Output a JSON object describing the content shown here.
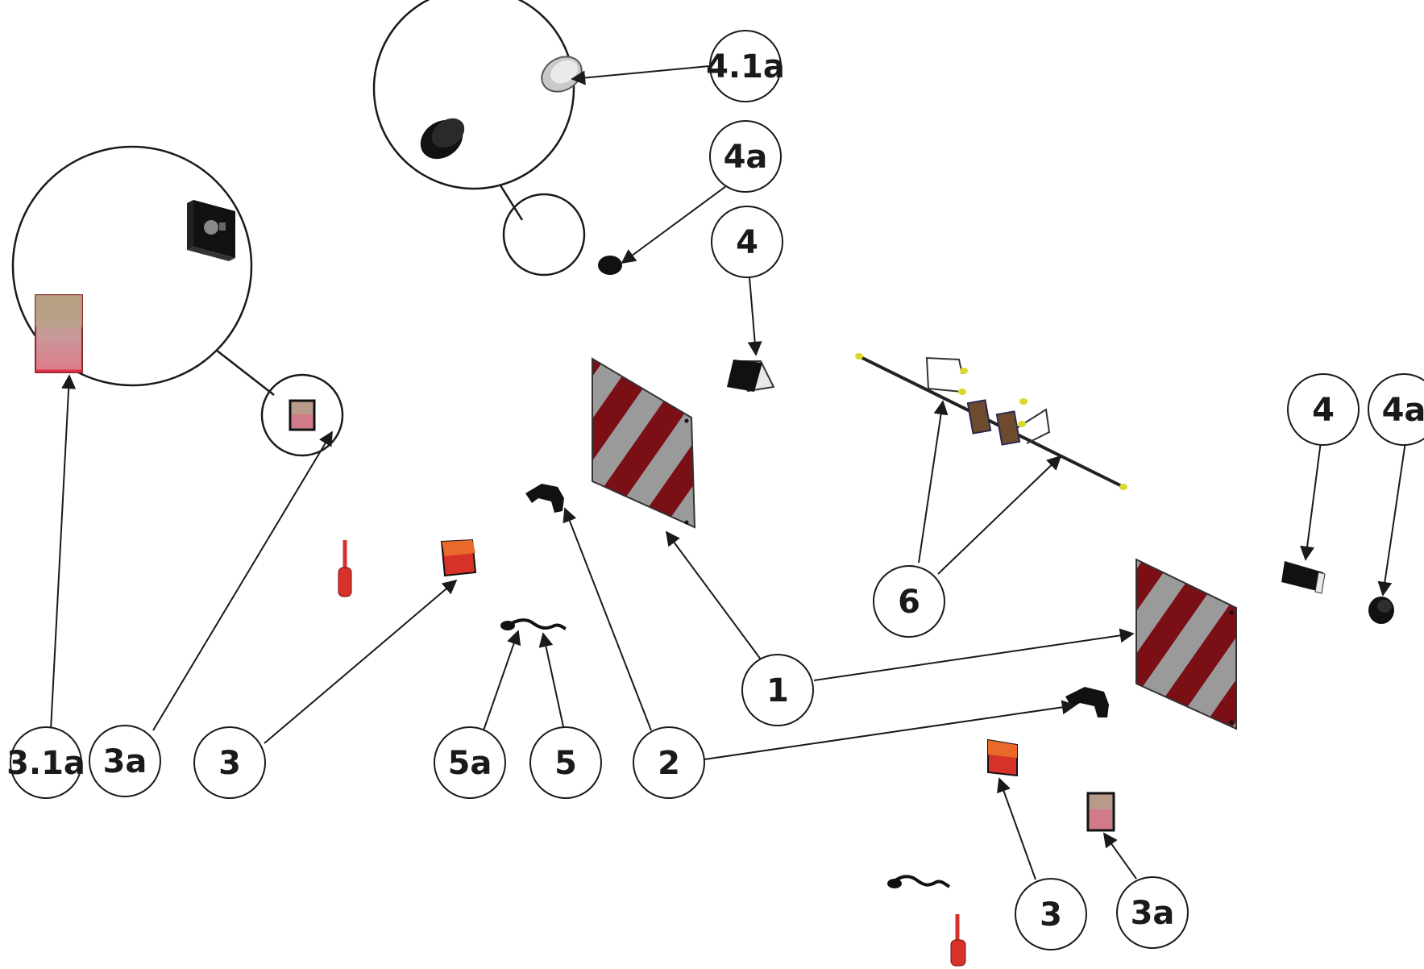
{
  "callouts": {
    "c_4_1a": "4.1a",
    "c_4a_top": "4a",
    "c_4_top": "4",
    "c_4_right": "4",
    "c_4a_right": "4a",
    "c_6": "6",
    "c_1": "1",
    "c_3_1a": "3.1a",
    "c_3a_left": "3a",
    "c_3_left": "3",
    "c_5a": "5a",
    "c_5": "5",
    "c_2": "2",
    "c_3_bottom": "3",
    "c_3a_bottom": "3a"
  },
  "colors": {
    "panel_red": "#7a0f16",
    "panel_silver": "#9a9a9a",
    "lamp_orange": "#e8692a",
    "lamp_red": "#d8312a",
    "connector_yellow": "#d9d92a",
    "outline": "#1a1a1a"
  },
  "icons": [
    "warning-panel-icon",
    "bracket-icon",
    "tail-lamp-icon",
    "side-marker-lamp-icon",
    "round-marker-lamp-icon",
    "wiring-harness-icon",
    "cable-icon",
    "fuse-holder-icon"
  ]
}
